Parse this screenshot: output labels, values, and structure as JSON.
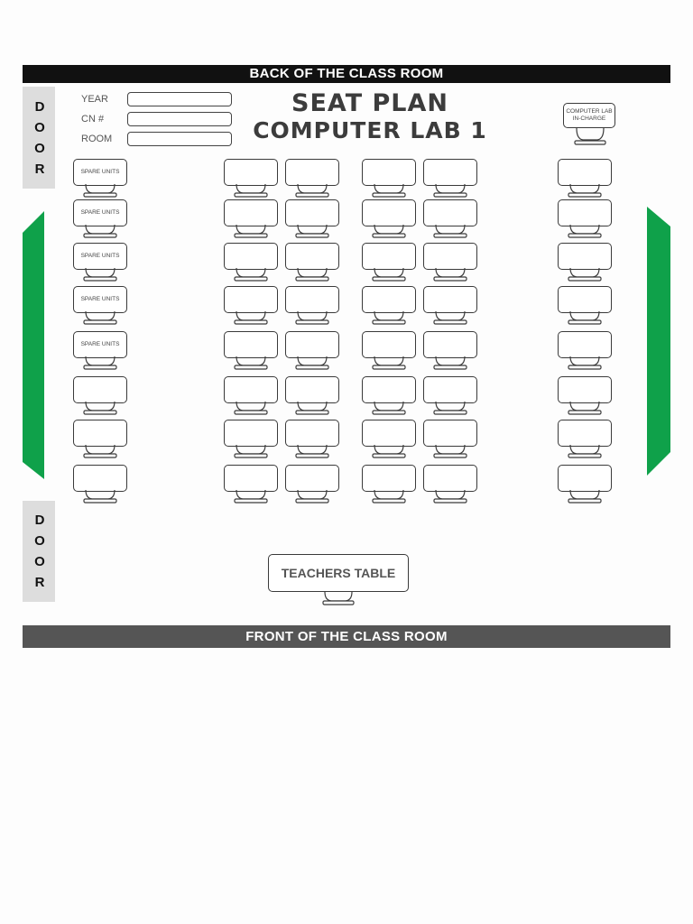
{
  "back_label": "BACK OF THE CLASS ROOM",
  "front_label": "FRONT OF THE CLASS ROOM",
  "door_top": [
    "D",
    "O",
    "O",
    "R"
  ],
  "door_bottom": [
    "D",
    "O",
    "O",
    "R"
  ],
  "fields": [
    {
      "label": "YEAR",
      "value": ""
    },
    {
      "label": "CN #",
      "value": ""
    },
    {
      "label": "ROOM",
      "value": ""
    }
  ],
  "title_line1": "SEAT PLAN",
  "title_line2": "COMPUTER LAB 1",
  "in_charge_label": [
    "COMPUTER LAB",
    "IN-CHARGE"
  ],
  "teachers_table_label": "TEACHERS TABLE",
  "spare_units_label": "SPARE UNITS",
  "rows": 8,
  "spare_unit_rows": 5,
  "colors": {
    "back_bar": "#111111",
    "front_bar": "#555555",
    "door": "#dddddd",
    "wall_green": "#0fa14a",
    "outline": "#3a3a3a"
  }
}
